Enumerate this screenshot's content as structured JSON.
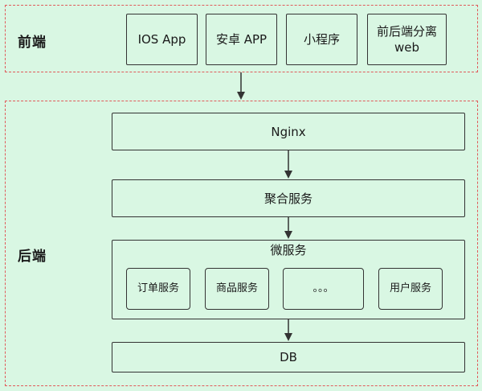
{
  "frontend": {
    "label": "前端",
    "clients": [
      {
        "label_lines": [
          "IOS App"
        ]
      },
      {
        "label_lines": [
          "安卓 APP"
        ]
      },
      {
        "label_lines": [
          "小程序"
        ]
      },
      {
        "label_lines": [
          "前后端分离",
          "web"
        ]
      }
    ]
  },
  "backend": {
    "label": "后端",
    "nginx": "Nginx",
    "aggregation": "聚合服务",
    "microservices": {
      "title": "微服务",
      "items": [
        "订单服务",
        "商品服务",
        "。。。",
        "用户服务"
      ]
    },
    "db": "DB"
  },
  "colors": {
    "background": "#d9f7e3",
    "group_border": "#e05a5a",
    "box_border": "#333333"
  }
}
